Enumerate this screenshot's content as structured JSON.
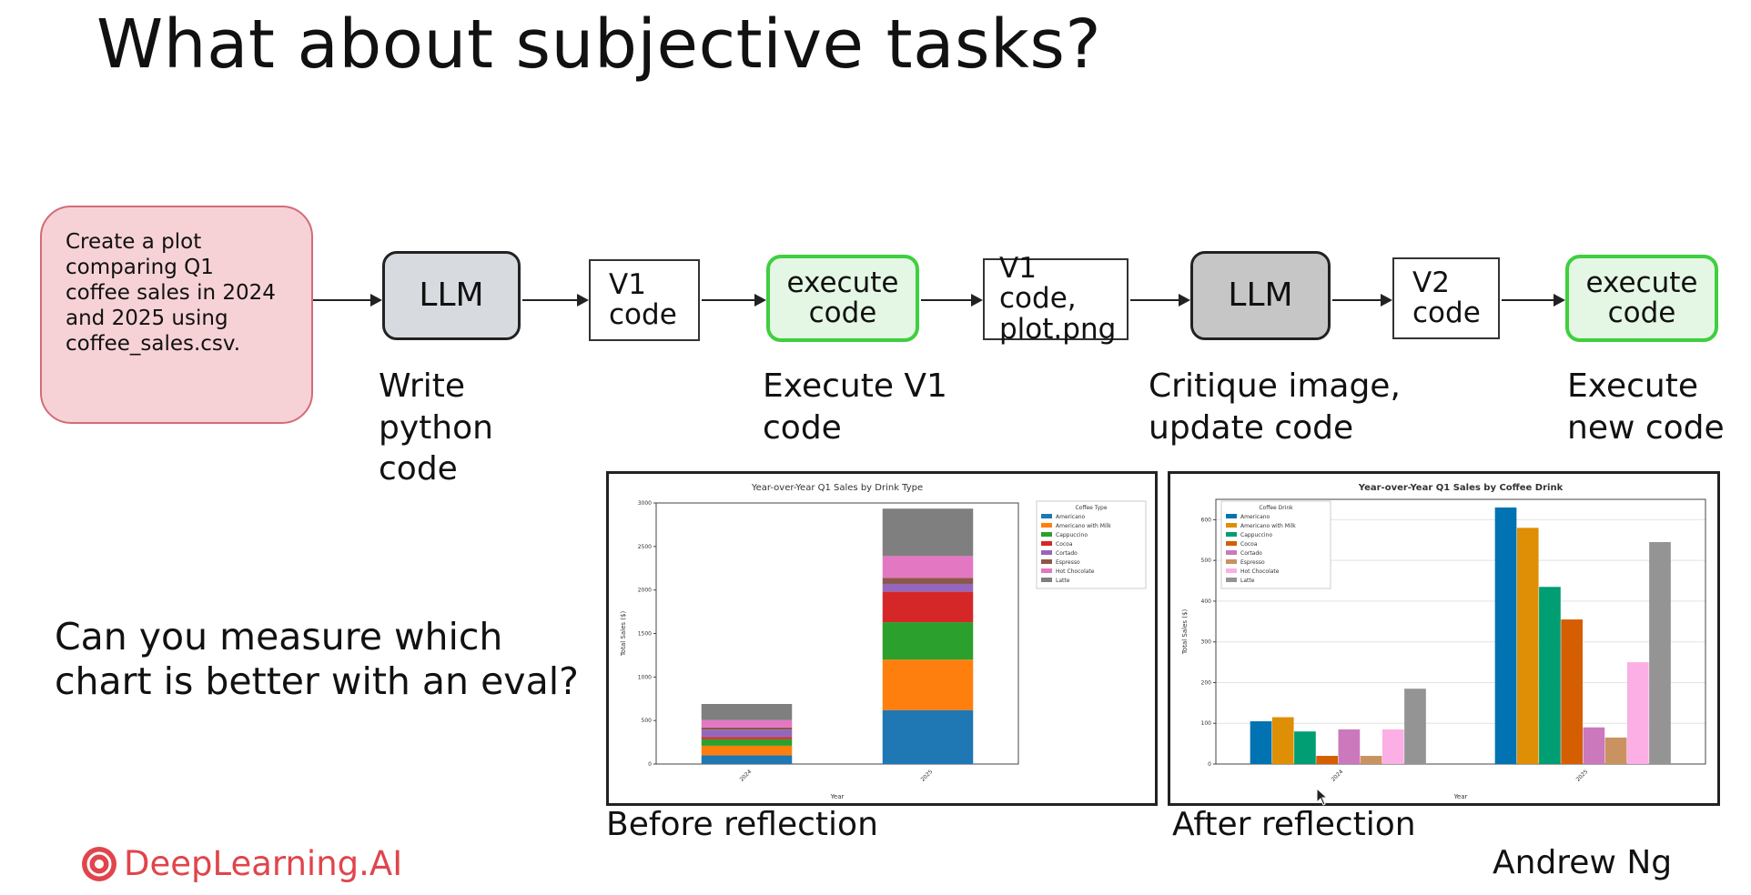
{
  "slide": {
    "title": "What about subjective tasks?",
    "question": [
      "Can you measure which",
      "chart is better with an eval?"
    ],
    "author": "Andrew Ng",
    "logo_text": "DeepLearning.AI",
    "accent_colors": {
      "brand_red": "#e0454b",
      "prompt_bg": "#f6d2d6",
      "exec_green": "#3fcf3f"
    }
  },
  "flow": {
    "prompt_lines": [
      "Create a plot",
      "comparing Q1",
      "coffee sales in 2024",
      "and 2025 using",
      "coffee_sales.csv."
    ],
    "llm1_label": "LLM",
    "v1_code_lines": [
      "V1",
      "code"
    ],
    "exec1_lines": [
      "execute",
      "code"
    ],
    "v1_plot_lines": [
      "V1 code,",
      "plot.png"
    ],
    "llm2_label": "LLM",
    "v2_code_lines": [
      "V2",
      "code"
    ],
    "exec2_lines": [
      "execute",
      "code"
    ],
    "captions": {
      "write": [
        "Write",
        "python",
        "code"
      ],
      "exec_v1": [
        "Execute V1",
        "code"
      ],
      "critique": [
        "Critique image,",
        "update code"
      ],
      "exec_new": [
        "Execute",
        "new code"
      ]
    }
  },
  "panels": {
    "before_label": "Before reflection",
    "after_label": "After reflection"
  },
  "chart_data": [
    {
      "type": "bar",
      "stacked": true,
      "title": "Year-over-Year Q1 Sales by Drink Type",
      "xlabel": "Year",
      "ylabel": "Total Sales ($)",
      "categories": [
        "2024",
        "2025"
      ],
      "ylim": [
        0,
        3000
      ],
      "yticks": [
        0,
        500,
        1000,
        1500,
        2000,
        2500,
        3000
      ],
      "legend_title": "Coffee Type",
      "legend_position": "top-right",
      "series": [
        {
          "name": "Americano",
          "color": "#1f77b4",
          "values": [
            100,
            620
          ]
        },
        {
          "name": "Americano with Milk",
          "color": "#ff7f0e",
          "values": [
            110,
            580
          ]
        },
        {
          "name": "Cappuccino",
          "color": "#2ca02c",
          "values": [
            75,
            430
          ]
        },
        {
          "name": "Cocoa",
          "color": "#d62728",
          "values": [
            25,
            350
          ]
        },
        {
          "name": "Cortado",
          "color": "#9467bd",
          "values": [
            85,
            90
          ]
        },
        {
          "name": "Espresso",
          "color": "#8c564b",
          "values": [
            25,
            70
          ]
        },
        {
          "name": "Hot Chocolate",
          "color": "#e377c2",
          "values": [
            85,
            250
          ]
        },
        {
          "name": "Latte",
          "color": "#7f7f7f",
          "values": [
            185,
            545
          ]
        }
      ]
    },
    {
      "type": "bar",
      "stacked": false,
      "title": "Year-over-Year Q1 Sales by Coffee Drink",
      "xlabel": "Year",
      "ylabel": "Total Sales ($)",
      "categories": [
        "2024",
        "2025"
      ],
      "ylim": [
        0,
        650
      ],
      "yticks": [
        0,
        100,
        200,
        300,
        400,
        500,
        600
      ],
      "grid": true,
      "legend_title": "Coffee Drink",
      "legend_position": "top-left",
      "series": [
        {
          "name": "Americano",
          "color": "#0173b2",
          "values": [
            105,
            630
          ]
        },
        {
          "name": "Americano with Milk",
          "color": "#de8f05",
          "values": [
            115,
            580
          ]
        },
        {
          "name": "Cappuccino",
          "color": "#029e73",
          "values": [
            80,
            435
          ]
        },
        {
          "name": "Cocoa",
          "color": "#d55e00",
          "values": [
            20,
            355
          ]
        },
        {
          "name": "Cortado",
          "color": "#cc78bc",
          "values": [
            85,
            90
          ]
        },
        {
          "name": "Espresso",
          "color": "#ca9161",
          "values": [
            20,
            65
          ]
        },
        {
          "name": "Hot Chocolate",
          "color": "#fbafe4",
          "values": [
            85,
            250
          ]
        },
        {
          "name": "Latte",
          "color": "#949494",
          "values": [
            185,
            545
          ]
        }
      ]
    }
  ]
}
